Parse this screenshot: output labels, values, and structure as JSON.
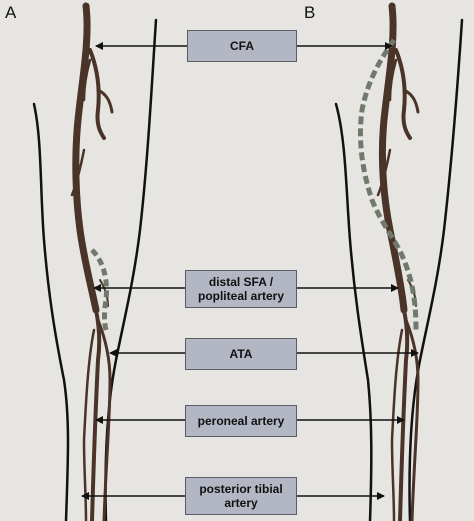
{
  "panels": {
    "left": "A",
    "right": "B"
  },
  "labels": {
    "cfa": "CFA",
    "distal_sfa_line1": "distal SFA /",
    "distal_sfa_line2": "popliteal artery",
    "ata": "ATA",
    "peroneal": "peroneal artery",
    "posterior_tibial_line1": "posterior tibial",
    "posterior_tibial_line2": "artery"
  },
  "colors": {
    "background": "#e7e5e2",
    "vessel": "#4a3328",
    "outline": "#111111",
    "dashed_path": "#6f7a6c",
    "label_fill": "#b3b7c3",
    "label_border": "#5a5d66"
  }
}
